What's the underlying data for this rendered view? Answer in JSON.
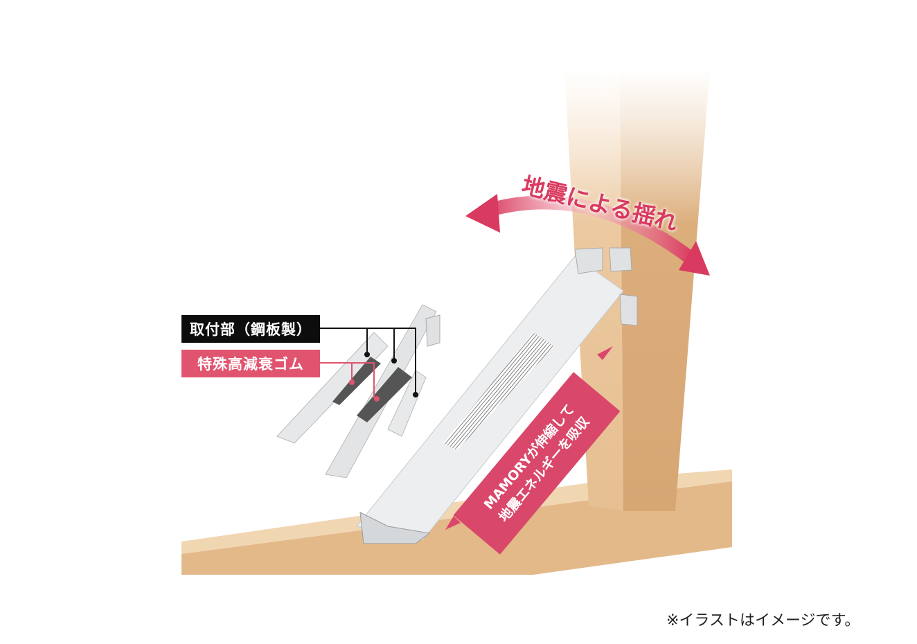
{
  "labels": {
    "mounting_part": "取付部（鋼板製）",
    "rubber": "特殊高減衰ゴム"
  },
  "shake_label": "地震による揺れ",
  "absorb": {
    "line1": "MAMORYが伸縮して",
    "line2": "地震エネルギーを吸収"
  },
  "note": "※イラストはイメージです。",
  "colors": {
    "accent": "#e0546f",
    "wood": "#e9c79c",
    "label_dark": "#0d0d0d"
  }
}
